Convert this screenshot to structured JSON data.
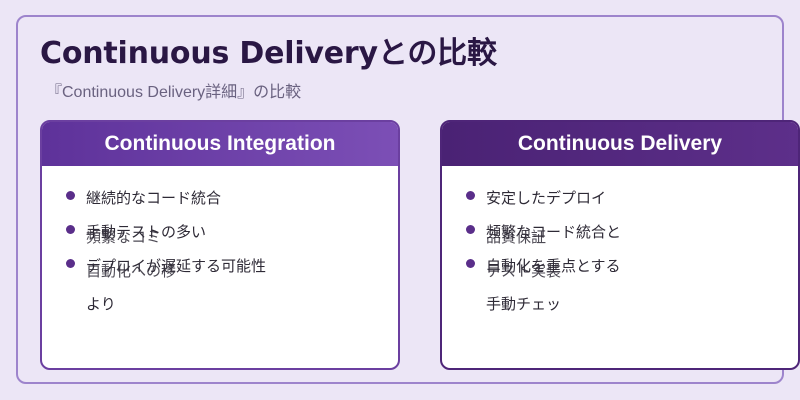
{
  "title": "Continuous Deliveryとの比較",
  "subtitle": "『Continuous Delivery詳細』の比較",
  "cards": [
    {
      "header": "Continuous Integration",
      "lines": [
        "継続的なコード統合",
        "手動テストの多い",
        "頻繁なコミ",
        "デプロイが遅延する可能性",
        "自動化への移",
        "より"
      ]
    },
    {
      "header": "Continuous Delivery",
      "lines": [
        "安定したデプロイ",
        "頻繁なコード統合と",
        "品質保証",
        "自動化を重点とする",
        "テスト実装",
        "手動チェッ"
      ]
    }
  ]
}
